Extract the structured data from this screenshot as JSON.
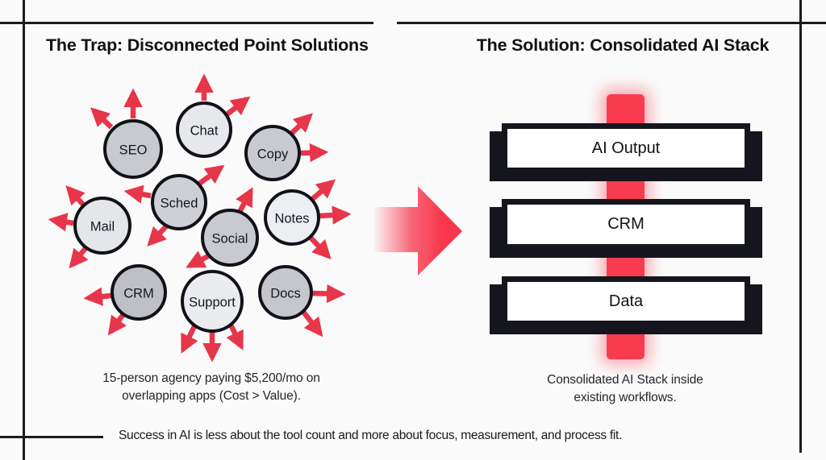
{
  "left_panel": {
    "title": "The Trap: Disconnected Point Solutions",
    "tools": [
      "SEO",
      "Chat",
      "Copy",
      "Sched",
      "Mail",
      "Notes",
      "Social",
      "CRM",
      "Support",
      "Docs"
    ],
    "caption": {
      "line1": "15-person agency paying $5,200/mo on",
      "line2": "overlapping apps (Cost > Value)."
    }
  },
  "right_panel": {
    "title": "The Solution: Consolidated AI Stack",
    "stack": [
      "AI Output",
      "CRM",
      "Data"
    ],
    "caption": {
      "line1": "Consolidated AI Stack inside",
      "line2": "existing workflows."
    }
  },
  "footer": {
    "note": "Success in AI is less about the tool count and more about focus, measurement, and process fit."
  },
  "colors": {
    "background": "#fafafa",
    "ink": "#15151e",
    "arrow_red": "#e7354a",
    "band_red": "#f93b50"
  }
}
